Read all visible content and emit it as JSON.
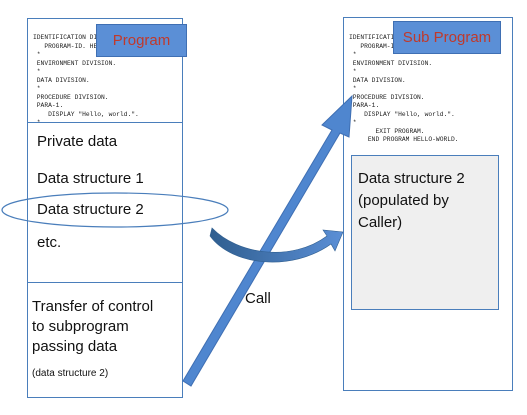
{
  "left_page": {
    "tag_label": "Program",
    "code_lines": [
      "IDENTIFICATION DIVISION.",
      "   PROGRAM-ID. HELLO-WORLD.",
      " *",
      " ENVIRONMENT DIVISION.",
      " *",
      " DATA DIVISION.",
      " *",
      " PROCEDURE DIVISION.",
      " PARA-1.",
      "    DISPLAY \"Hello, world.\".",
      " *"
    ],
    "data_box": {
      "heading": "Private data",
      "items": [
        "Data structure 1",
        "Data structure 2",
        "etc."
      ]
    },
    "transfer_text": [
      "Transfer of control",
      "to subprogram",
      "passing data"
    ],
    "transfer_note": "(data structure 2)"
  },
  "right_page": {
    "tag_first_letter": "S",
    "tag_rest": "ub Program",
    "code_lines": [
      "IDENTIFICATION DIVISION.",
      "   PROGRAM-ID. HELLO-WORLD.",
      " *",
      " ENVIRONMENT DIVISION.",
      " *",
      " DATA DIVISION.",
      " *",
      " PROCEDURE DIVISION.",
      " PARA-1.",
      "    DISPLAY \"Hello, world.\".",
      " *",
      "       EXIT PROGRAM.",
      "     END PROGRAM HELLO-WORLD."
    ],
    "data_box_lines": [
      "Data structure 2",
      "(populated by",
      "Caller)"
    ]
  },
  "call_label": "Call",
  "colors": {
    "page_border": "#4a7ebb",
    "tag_fill": "#5b8fd6",
    "tag_text": "#c0392b",
    "arrow_fill": "#4f86cf",
    "subprogram_box_fill": "#efefef"
  }
}
